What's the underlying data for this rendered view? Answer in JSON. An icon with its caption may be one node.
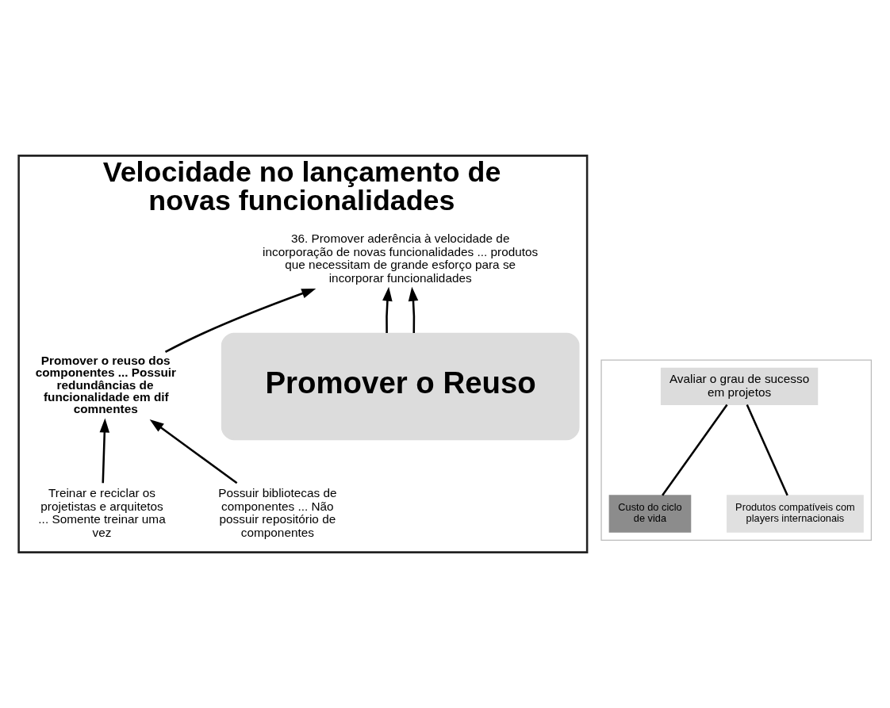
{
  "diagram": {
    "nodes": [
      {
        "text": [
          "Velocidade no lançamento de novas funcionalidades"
        ]
      },
      {
        "text": [
          "Promover o Reuso"
        ],
        "in": 0
      },
      {
        "text": [
          "36. Promover aderência à velocidade de incorporação de novas funcionalidades ... produtos que necessitam de grande esforço para se incorporar funcionalidades"
        ],
        "in": 0
      },
      {
        "text": [
          "Promover o reuso dos componentes ... Possuir redundâncias de funcionalidade em dif comnentes"
        ],
        "in": 0
      },
      {
        "text": [
          "Possuir bibliotecas de componentes ... Não possuir repositório de componentes"
        ],
        "in": 0
      },
      {
        "text": [
          "Treinar e reciclar os projetistas e arquitetos ... Somente treinar uma vez"
        ],
        "in": 0
      },
      {
        "text": [],
        "shape": "box"
      },
      {
        "text": [
          "Avaliar o grau de sucesso em projetos"
        ],
        "in": 6
      },
      {
        "text": [
          "Produtos compatíveis com players internacionais"
        ],
        "in": 6
      },
      {
        "text": [
          "Custo do ciclo de vida"
        ],
        "in": 6
      }
    ],
    "edges": [
      {
        "from": 1,
        "to": 2,
        "arrow": "to"
      },
      {
        "from": 1,
        "to": 2,
        "arrow": "to"
      },
      {
        "from": 3,
        "to": 2,
        "arrow": "to"
      },
      {
        "from": 4,
        "to": 3,
        "arrow": "to"
      },
      {
        "from": 5,
        "to": 3,
        "arrow": "to"
      },
      {
        "from": 7,
        "to": 8,
        "arrow": "none"
      },
      {
        "from": 7,
        "to": 9,
        "arrow": "none"
      }
    ]
  }
}
